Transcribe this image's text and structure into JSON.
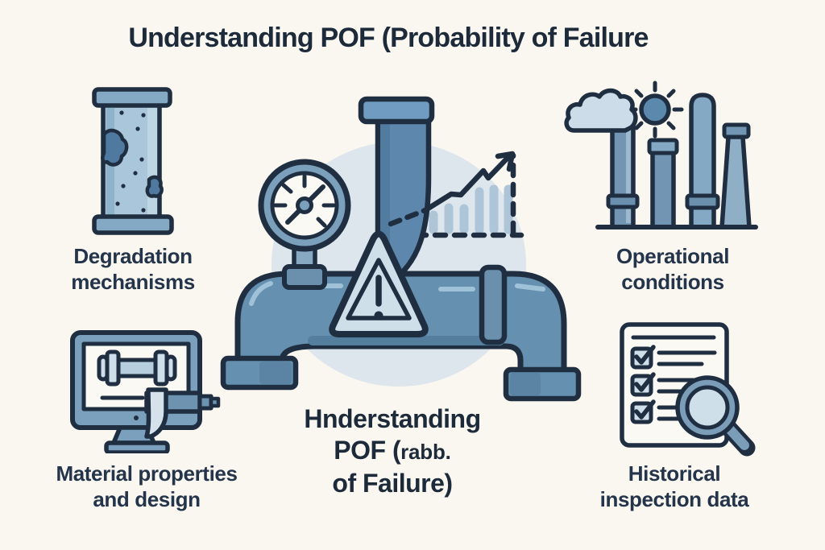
{
  "title": "Understanding POF (Probability of Failure",
  "caption": {
    "line1": "Hnderstanding",
    "line2_big": "POF (",
    "line2_small": "rabb.",
    "line3": "of Failure)"
  },
  "labels": {
    "degradation": {
      "line1": "Degradation",
      "line2": "mechanisms",
      "icon": "corroded-pipe-icon"
    },
    "operational": {
      "line1": "Operational",
      "line2": "conditions",
      "icon": "weather-stacks-icon"
    },
    "material": {
      "line1": "Material properties",
      "line2": "and design",
      "icon": "monitor-caliper-icon"
    },
    "historical": {
      "line1": "Historical",
      "line2": "inspection data",
      "icon": "checklist-magnifier-icon"
    }
  },
  "center_illustration": "pipeline-with-gauge-warning-and-rising-trend",
  "colors": {
    "background": "#faf7f0",
    "ink": "#1f2e40",
    "pipe_blue": "#6590b0",
    "pipe_blue_dark": "#557e9e",
    "pipe_highlight": "#9fc2d8",
    "panel_blue": "#cfdfe9",
    "pale_pipe_body": "#a9c6da",
    "circle_background": "#dde6ed",
    "bar_blue": "#aec5d7",
    "face_white": "#fbf9f4",
    "sun_blue": "#5b88ad"
  }
}
